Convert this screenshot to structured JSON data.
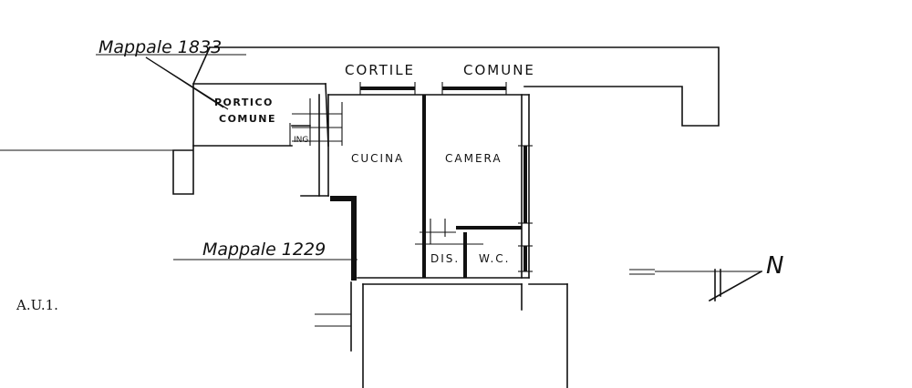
{
  "labels": {
    "mappale_top": "Mappale 1833",
    "mappale_left": "Mappale 1229",
    "cortile": "CORTILE",
    "comune": "COMUNE",
    "portico_line1": "PORTICO",
    "portico_line2": "COMUNE",
    "ingresso": "ING.",
    "cucina": "CUCINA",
    "camera": "CAMERA",
    "disimpegno": "DIS.",
    "wc": "W.C.",
    "sheet_code": "A.U.1.",
    "north": "N"
  },
  "colors": {
    "ink": "#111111",
    "paper": "#ffffff"
  }
}
